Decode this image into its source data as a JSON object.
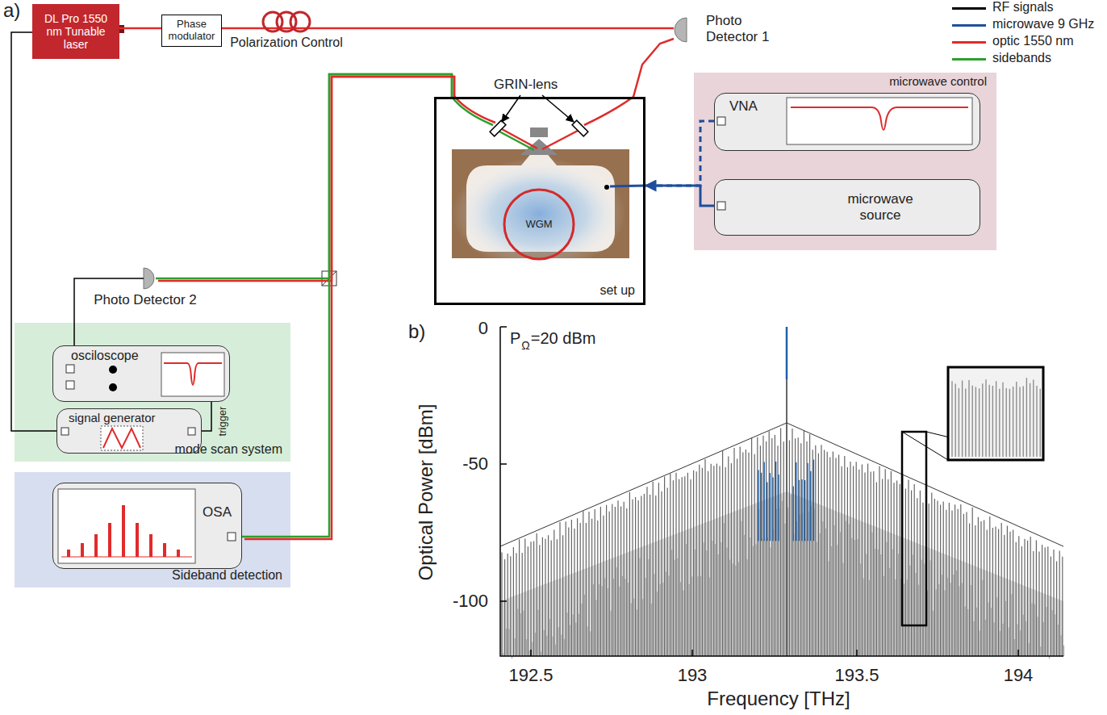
{
  "diagram": {
    "nodes": [
      {
        "text": [
          "DL Pro 1550 nm Tunable laser"
        ]
      },
      {
        "text": [
          "Phase modulator"
        ]
      },
      {
        "text": [
          "Polarization Control"
        ]
      },
      {
        "text": [
          "Photo Detector 1"
        ]
      },
      {
        "text": [
          "set up"
        ]
      },
      {
        "text": [
          "WGM"
        ],
        "in": 4
      },
      {
        "text": [
          "microwave control"
        ]
      },
      {
        "text": [
          "VNA"
        ],
        "in": 6
      },
      {
        "text": [
          "microwave source"
        ],
        "in": 6
      },
      {
        "text": [
          "Photo Detector 2"
        ]
      },
      {
        "text": [
          "mode scan system"
        ]
      },
      {
        "text": [
          "osciloscope"
        ],
        "in": 10
      },
      {
        "text": [
          "signal generator"
        ],
        "in": 10
      },
      {
        "text": [
          "Sideband detection"
        ]
      },
      {
        "text": [
          "OSA"
        ],
        "in": 13
      }
    ],
    "edges": [
      {
        "from": 0,
        "to": 1,
        "arrow": "none"
      },
      {
        "from": 1,
        "to": 2,
        "arrow": "none"
      },
      {
        "from": 2,
        "to": 3,
        "arrow": "none"
      },
      {
        "from": 3,
        "to": 4,
        "arrow": "none"
      },
      {
        "from": 4,
        "to": 9,
        "arrow": "none"
      },
      {
        "from": 4,
        "to": 14,
        "arrow": "none"
      },
      {
        "from": 0,
        "to": 12,
        "arrow": "none"
      },
      {
        "from": 9,
        "to": 11,
        "arrow": "none"
      },
      {
        "from": 12,
        "to": 11,
        "label": "trigger",
        "arrow": "none"
      },
      {
        "from": 8,
        "to": 4,
        "arrow": "to"
      },
      {
        "from": 7,
        "to": 4,
        "arrow": "none"
      }
    ],
    "labels": [
      "a)",
      "GRIN-lens",
      "b)",
      "0",
      "-50",
      "-100",
      "192.5",
      "193",
      "193.5",
      "194",
      "Frequency [THz]",
      "Optical Power [dBm]",
      "P",
      "Ω",
      "=20 dBm"
    ],
    "legend": [
      {
        "text": "RF signals",
        "color": "#000000"
      },
      {
        "text": "microwave 9 GHz",
        "color": "#1f4e9c"
      },
      {
        "text": "optic 1550 nm",
        "color": "#e02b2b"
      },
      {
        "text": "sidebands",
        "color": "#2ca02c"
      }
    ]
  }
}
